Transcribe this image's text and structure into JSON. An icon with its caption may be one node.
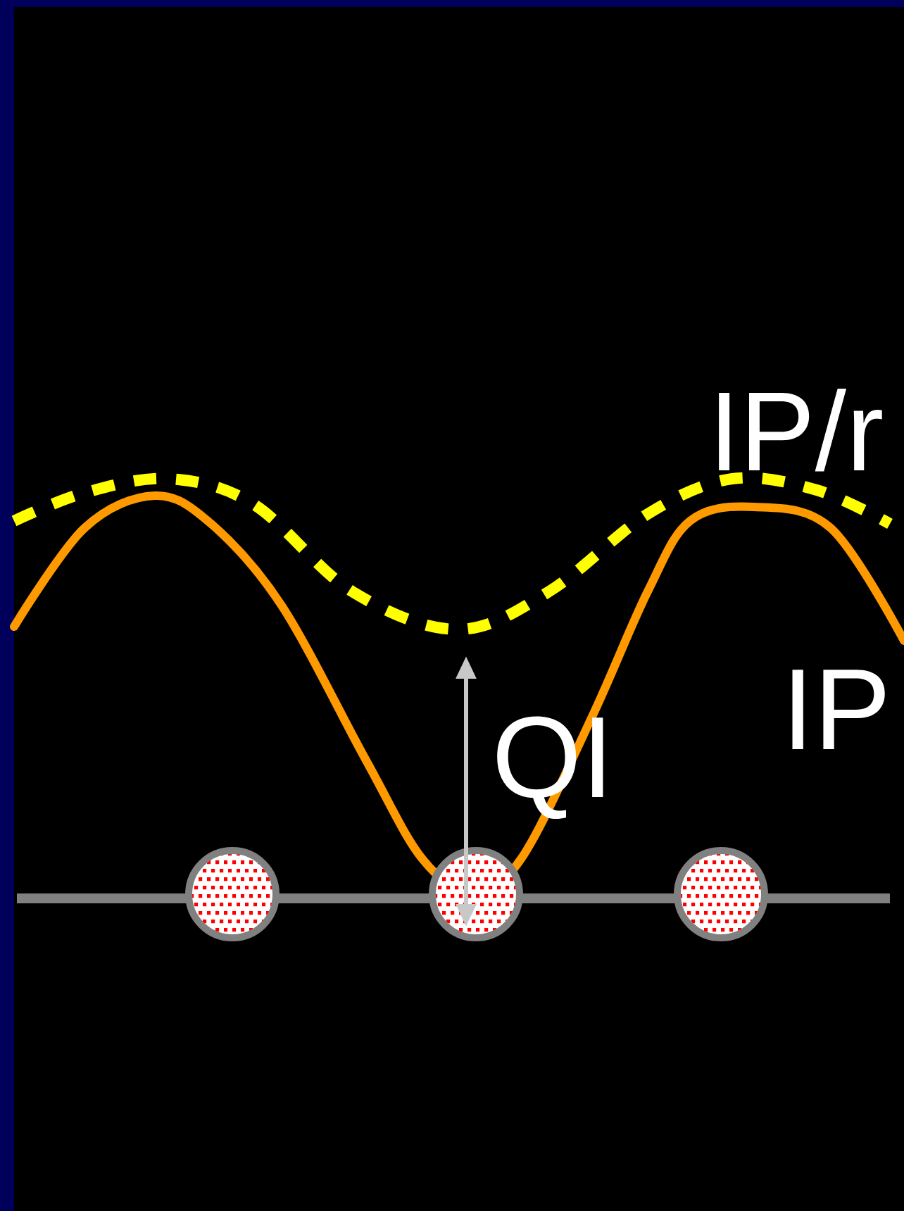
{
  "diagram": {
    "nodes": [
      {
        "text": [],
        "shape": "circle"
      },
      {
        "text": [],
        "shape": "circle"
      },
      {
        "text": [],
        "shape": "circle"
      }
    ],
    "labels": [
      "IP/r",
      "IP",
      "QI"
    ]
  }
}
